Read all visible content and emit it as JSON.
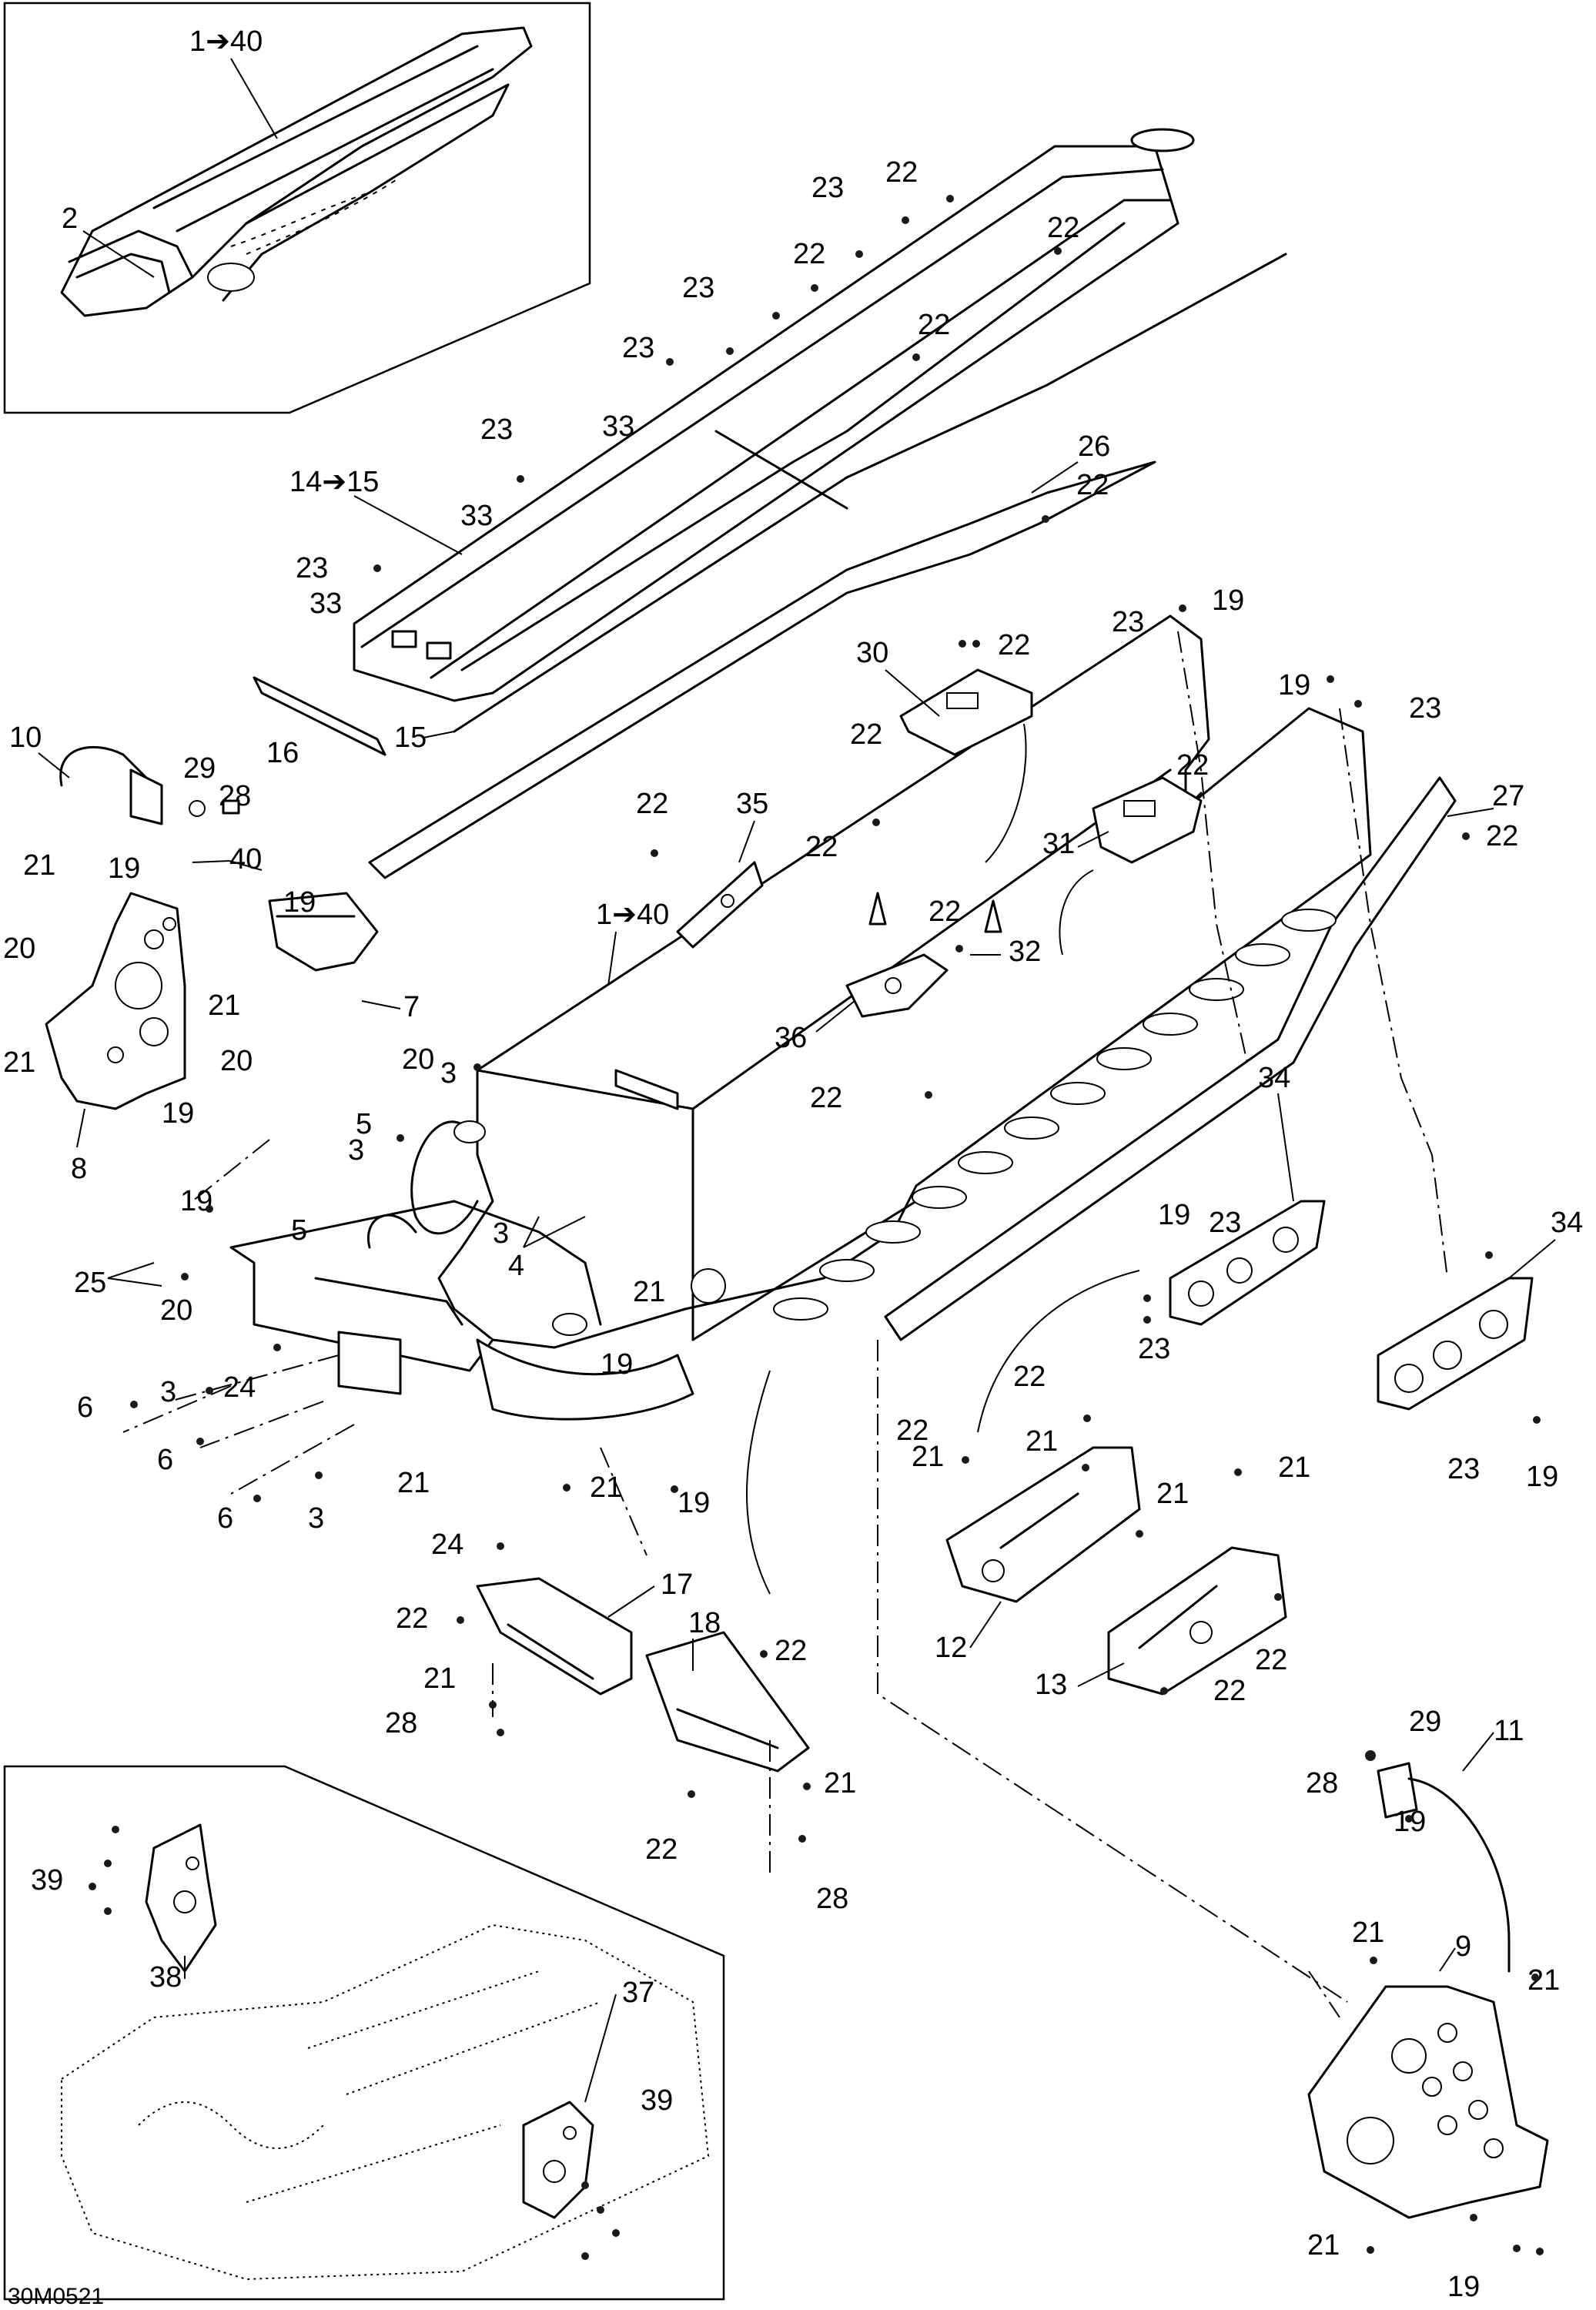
{
  "drawing_code": "30M0521",
  "callouts": {
    "inset_top_1_40": "1➔40",
    "inset_top_2": "2",
    "c1_40": "1➔40",
    "c14_15": "14➔15",
    "c15": "15",
    "c16": "16",
    "c26": "26",
    "c27": "27",
    "c30": "30",
    "c31": "31",
    "c32": "32",
    "c35": "35",
    "c36": "36",
    "c10": "10",
    "c29a": "29",
    "c28a": "28",
    "c40": "40",
    "c7": "7",
    "c8": "8",
    "c3": "3",
    "c4": "4",
    "c5": "5",
    "c6": "6",
    "c24": "24",
    "c25": "25",
    "c34a": "34",
    "c34b": "34",
    "c12": "12",
    "c13": "13",
    "c17": "17",
    "c18": "18",
    "c9": "9",
    "c11": "11",
    "c29b": "29",
    "c28b": "28",
    "c28c": "28",
    "c28d": "28",
    "c37": "37",
    "c38": "38",
    "c39a": "39",
    "c39b": "39",
    "c19": "19",
    "c20": "20",
    "c21": "21",
    "c22": "22",
    "c23": "23",
    "c33": "33"
  }
}
